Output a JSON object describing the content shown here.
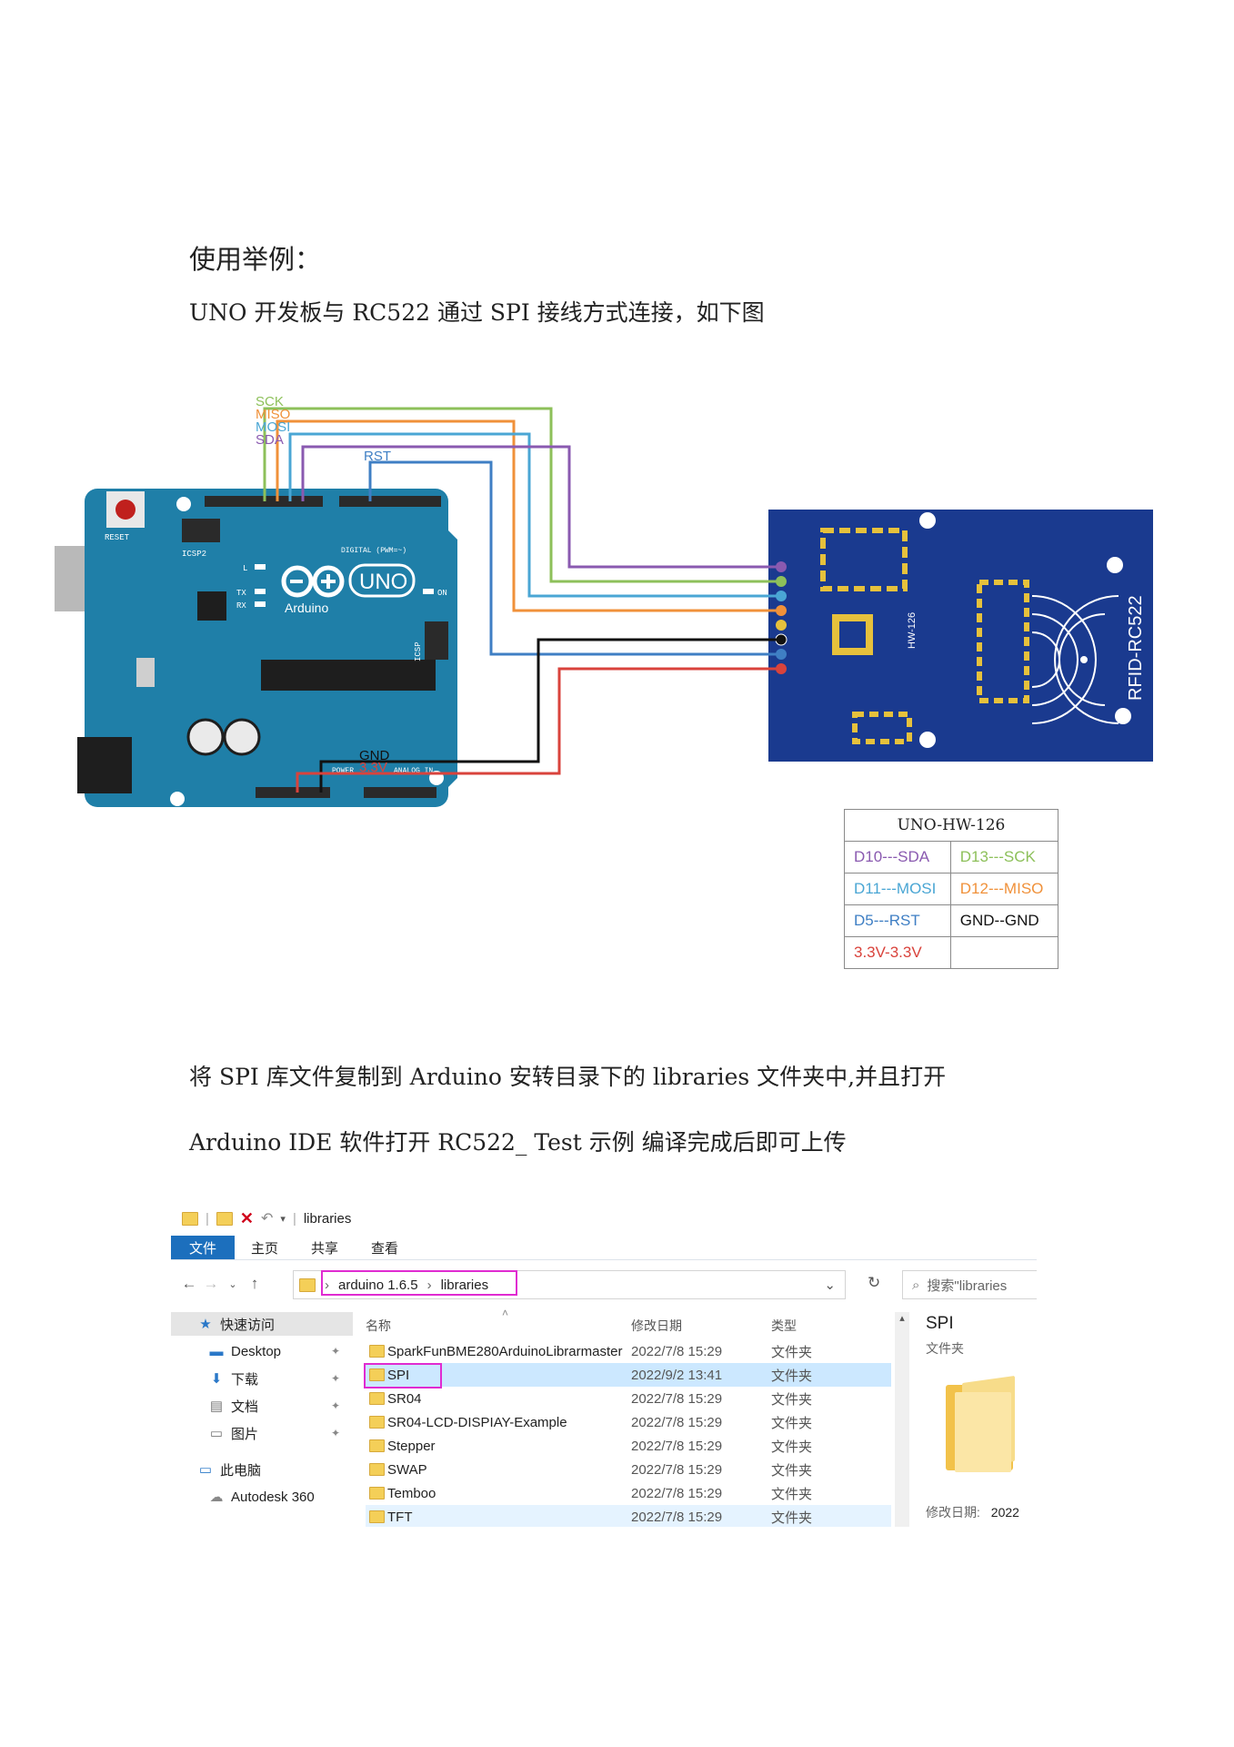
{
  "heading": "使用举例：",
  "intro": "UNO 开发板与 RC522 通过 SPI 接线方式连接，如下图",
  "diagram": {
    "wires": {
      "sck": "SCK",
      "miso": "MISO",
      "mosi": "MOSI",
      "sda": "SDA",
      "rst": "RST",
      "gnd": "GND",
      "v33": "3.3V"
    },
    "arduino": {
      "reset_label": "RESET",
      "brand": "Arduino",
      "model": "UNO",
      "on_label": "ON",
      "tx_label": "TX",
      "rx_label": "RX",
      "l_label": "L",
      "icsp2_label": "ICSP2",
      "icsp_label": "ICSP",
      "digital_label": "DIGITAL (PWM=~)",
      "power_label": "POWER",
      "analog_label": "ANALOG IN"
    },
    "rfid": {
      "name": "RFID-RC522",
      "model": "HW-126"
    },
    "colors": {
      "sck": "#8dc05a",
      "miso": "#f0913a",
      "mosi": "#4aa6d4",
      "sda": "#8a5ab0",
      "rst": "#3f7fc4",
      "gnd": "#111111",
      "v33": "#d9433c",
      "board": "#1f7fa8",
      "module": "#1a3a8f"
    }
  },
  "pin_table": {
    "title": "UNO-HW-126",
    "rows": [
      [
        "D10---SDA",
        "D13---SCK"
      ],
      [
        "D11---MOSI",
        "D12---MISO"
      ],
      [
        "D5---RST",
        "GND--GND"
      ],
      [
        "3.3V-3.3V",
        ""
      ]
    ]
  },
  "paragraph2": "将 SPI 库文件复制到 Arduino 安转目录下的 libraries 文件夹中,并且打开",
  "paragraph3": "Arduino IDE 软件打开 RC522_ Test 示例 编译完成后即可上传",
  "explorer": {
    "window_title": "libraries",
    "ribbon_tabs": [
      "文件",
      "主页",
      "共享",
      "查看"
    ],
    "breadcrumb": [
      "arduino 1.6.5",
      "libraries"
    ],
    "search_placeholder": "搜索\"libraries",
    "nav": [
      {
        "label": "快速访问",
        "icon": "star-icon"
      },
      {
        "label": "Desktop",
        "icon": "desktop-icon"
      },
      {
        "label": "下载",
        "icon": "download-icon"
      },
      {
        "label": "文档",
        "icon": "document-icon"
      },
      {
        "label": "图片",
        "icon": "pictures-icon"
      },
      {
        "label": "此电脑",
        "icon": "computer-icon"
      },
      {
        "label": "Autodesk 360",
        "icon": "cloud-icon"
      }
    ],
    "columns": [
      "名称",
      "修改日期",
      "类型"
    ],
    "files": [
      {
        "name": "SparkFunBME280ArduinoLibrarmaster",
        "date": "2022/7/8 15:29",
        "type": "文件夹"
      },
      {
        "name": "SPI",
        "date": "2022/9/2 13:41",
        "type": "文件夹"
      },
      {
        "name": "SR04",
        "date": "2022/7/8 15:29",
        "type": "文件夹"
      },
      {
        "name": "SR04-LCD-DISPIAY-Example",
        "date": "2022/7/8 15:29",
        "type": "文件夹"
      },
      {
        "name": "Stepper",
        "date": "2022/7/8 15:29",
        "type": "文件夹"
      },
      {
        "name": "SWAP",
        "date": "2022/7/8 15:29",
        "type": "文件夹"
      },
      {
        "name": "Temboo",
        "date": "2022/7/8 15:29",
        "type": "文件夹"
      },
      {
        "name": "TFT",
        "date": "2022/7/8 15:29",
        "type": "文件夹"
      }
    ],
    "details": {
      "name": "SPI",
      "type": "文件夹",
      "modified_label": "修改日期:",
      "modified_value": "2022"
    }
  }
}
